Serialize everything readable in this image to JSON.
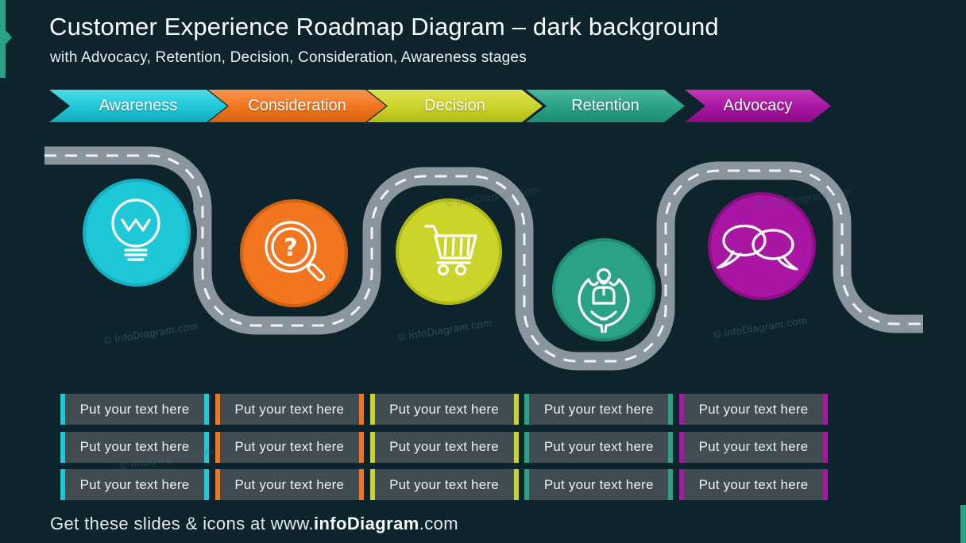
{
  "slide": {
    "title": "Customer Experience Roadmap Diagram – dark background",
    "subtitle": "with Advocacy, Retention, Decision, Consideration, Awareness stages",
    "background_color": "#0e242c",
    "accent_ribbon_color": "#2aa287"
  },
  "stages": [
    {
      "label": "Awareness",
      "color": "#1fc8d8",
      "color_light": "#52d8e4",
      "color_dark": "#14aab9",
      "icon": "lightbulb-icon"
    },
    {
      "label": "Consideration",
      "color": "#f2761f",
      "color_light": "#f6954e",
      "color_dark": "#d4620e",
      "icon": "search-question-icon"
    },
    {
      "label": "Decision",
      "color": "#cbd42a",
      "color_light": "#dbe153",
      "color_dark": "#b0ba16",
      "icon": "shopping-cart-icon"
    },
    {
      "label": "Retention",
      "color": "#2aa287",
      "color_light": "#4bb89f",
      "color_dark": "#1e8c72",
      "icon": "care-hands-icon"
    },
    {
      "label": "Advocacy",
      "color": "#a916a3",
      "color_light": "#c238ba",
      "color_dark": "#8c0c86",
      "icon": "chat-bubbles-icon"
    }
  ],
  "road": {
    "color": "#8b959d",
    "centerline_color": "#eef4f5"
  },
  "placeholders": {
    "text": "Put your text here",
    "rows": 3,
    "columns": 5
  },
  "watermark": {
    "text": "© infoDiagram.com"
  },
  "footer": {
    "prefix": "Get these slides & icons at www.",
    "brand": "infoDiagram",
    "suffix": ".com"
  }
}
